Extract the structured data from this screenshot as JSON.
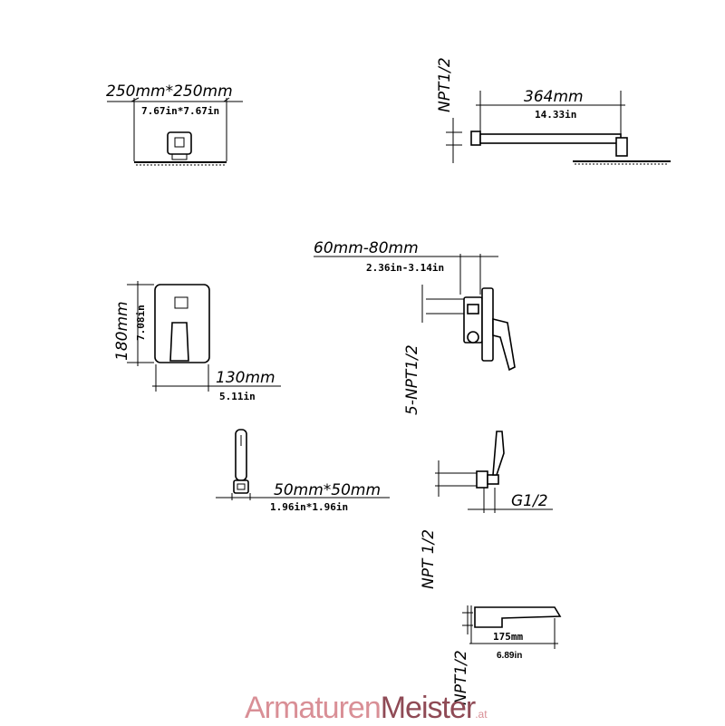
{
  "rain_shower_head": {
    "size_mm": "250mm*250mm",
    "size_in": "7.67in*7.67in"
  },
  "shower_arm": {
    "length_mm": "364mm",
    "length_in": "14.33in",
    "thread": "NPT1/2"
  },
  "valve_depth": {
    "range_mm": "60mm-80mm",
    "range_in": "2.36in-3.14in",
    "thread": "5-NPT1/2"
  },
  "trim_plate": {
    "height_mm": "180mm",
    "height_in": "7.08in",
    "width_mm": "130mm",
    "width_in": "5.11in"
  },
  "hand_shower": {
    "size_mm": "50mm*50mm",
    "size_in": "1.96in*1.96in"
  },
  "hand_shower_holder": {
    "thread_outlet": "G1/2",
    "thread_inlet": "NPT 1/2"
  },
  "tub_spout": {
    "length_mm": "175mm",
    "length_in": "6.89in",
    "thread": "NPT1/2"
  },
  "watermark": {
    "part1": "Armaturen",
    "part2": "Meister",
    "tld": ".at"
  }
}
